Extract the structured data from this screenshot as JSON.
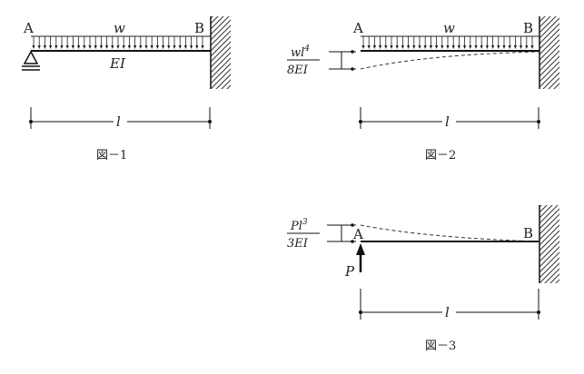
{
  "fig1": {
    "label_a": "A",
    "label_b": "B",
    "load": "w",
    "stiffness": "EI",
    "length": "l",
    "caption": "図－1"
  },
  "fig2": {
    "label_a": "A",
    "label_b": "B",
    "load": "w",
    "defl_num_main": "wl",
    "defl_num_exp": "4",
    "defl_den": "8EI",
    "length": "l",
    "caption": "図－2"
  },
  "fig3": {
    "label_a": "A",
    "label_b": "B",
    "force": "P",
    "defl_num_main": "Pl",
    "defl_num_exp": "3",
    "defl_den": "3EI",
    "length": "l",
    "caption": "図－3"
  }
}
